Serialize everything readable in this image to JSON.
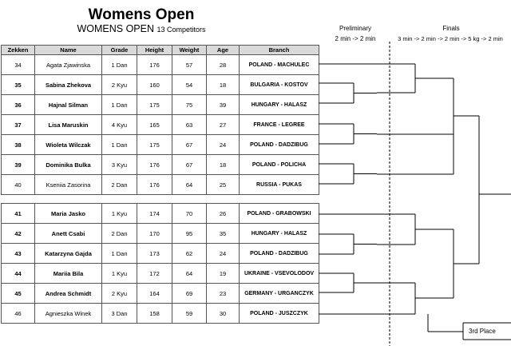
{
  "header": {
    "title": "Womens Open",
    "subtitle": "WOMENS OPEN",
    "count": "13 Competitors"
  },
  "rounds": [
    {
      "name": "Preliminary",
      "timing": "2 min -> 2 min"
    },
    {
      "name": "Finals",
      "timing": "3 min -> 2 min -> 2 min -> 5 kg -> 2 min"
    }
  ],
  "columns": [
    "Zekken",
    "Name",
    "Grade",
    "Height",
    "Weight",
    "Age",
    "Branch"
  ],
  "competitors": [
    {
      "zekken": "34",
      "name": "Agata Zjawinska",
      "grade": "1 Dan",
      "height": "176",
      "weight": "57",
      "age": "28",
      "branch": "POLAND - MACHULEC",
      "bold": false
    },
    {
      "zekken": "35",
      "name": "Sabina Zhekova",
      "grade": "2 Kyu",
      "height": "160",
      "weight": "54",
      "age": "18",
      "branch": "BULGARIA - KOSTOV",
      "bold": true
    },
    {
      "zekken": "36",
      "name": "Hajnal Silman",
      "grade": "1 Dan",
      "height": "175",
      "weight": "75",
      "age": "39",
      "branch": "HUNGARY - HALASZ",
      "bold": true
    },
    {
      "zekken": "37",
      "name": "Lisa Maruskin",
      "grade": "4 Kyu",
      "height": "165",
      "weight": "63",
      "age": "27",
      "branch": "FRANCE - LEGREE",
      "bold": true
    },
    {
      "zekken": "38",
      "name": "Wioleta Wilczak",
      "grade": "1 Dan",
      "height": "175",
      "weight": "67",
      "age": "24",
      "branch": "POLAND - DADZIBUG",
      "bold": true
    },
    {
      "zekken": "39",
      "name": "Dominika Bulka",
      "grade": "3 Kyu",
      "height": "176",
      "weight": "67",
      "age": "18",
      "branch": "POLAND - POLICHA",
      "bold": true
    },
    {
      "zekken": "40",
      "name": "Kseniia Zasorina",
      "grade": "2 Dan",
      "height": "176",
      "weight": "64",
      "age": "25",
      "branch": "RUSSIA - PUKAS",
      "bold": false
    },
    {
      "zekken": "41",
      "name": "Maria Jasko",
      "grade": "1 Kyu",
      "height": "174",
      "weight": "70",
      "age": "26",
      "branch": "POLAND - GRABOWSKI",
      "bold": true
    },
    {
      "zekken": "42",
      "name": "Anett Csabi",
      "grade": "2 Dan",
      "height": "170",
      "weight": "95",
      "age": "35",
      "branch": "HUNGARY - HALASZ",
      "bold": true
    },
    {
      "zekken": "43",
      "name": "Katarzyna Gajda",
      "grade": "1 Dan",
      "height": "173",
      "weight": "62",
      "age": "24",
      "branch": "POLAND - DADZIBUG",
      "bold": true
    },
    {
      "zekken": "44",
      "name": "Mariia Bila",
      "grade": "1 Kyu",
      "height": "172",
      "weight": "64",
      "age": "19",
      "branch": "UKRAINE - VSEVOLODOV",
      "bold": true
    },
    {
      "zekken": "45",
      "name": "Andrea Schmidt",
      "grade": "2 Kyu",
      "height": "164",
      "weight": "69",
      "age": "23",
      "branch": "GERMANY - URGANCZYK",
      "bold": true
    },
    {
      "zekken": "46",
      "name": "Agnieszka Winek",
      "grade": "3 Dan",
      "height": "158",
      "weight": "59",
      "age": "30",
      "branch": "POLAND - JUSZCZYK",
      "bold": false
    }
  ],
  "third_place_label": "3rd Place"
}
